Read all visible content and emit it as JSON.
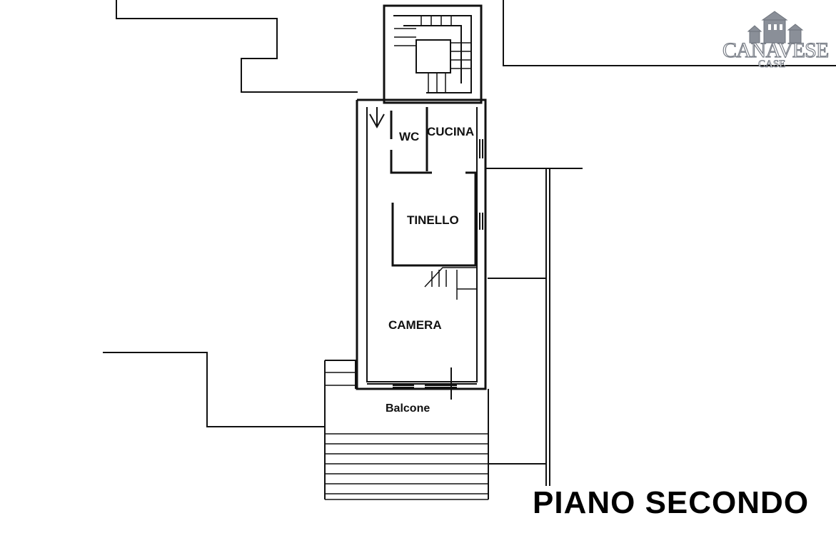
{
  "logo": {
    "name": "CANAVESE",
    "sub": "CASE"
  },
  "rooms": {
    "wc": "WC",
    "cucina": "CUCINA",
    "tinello": "TINELLO",
    "camera": "CAMERA",
    "balcone": "Balcone"
  },
  "title": "PIANO SECONDO",
  "colors": {
    "walls": "#111111",
    "logo_grey": "#7a7f88",
    "background": "#ffffff"
  }
}
